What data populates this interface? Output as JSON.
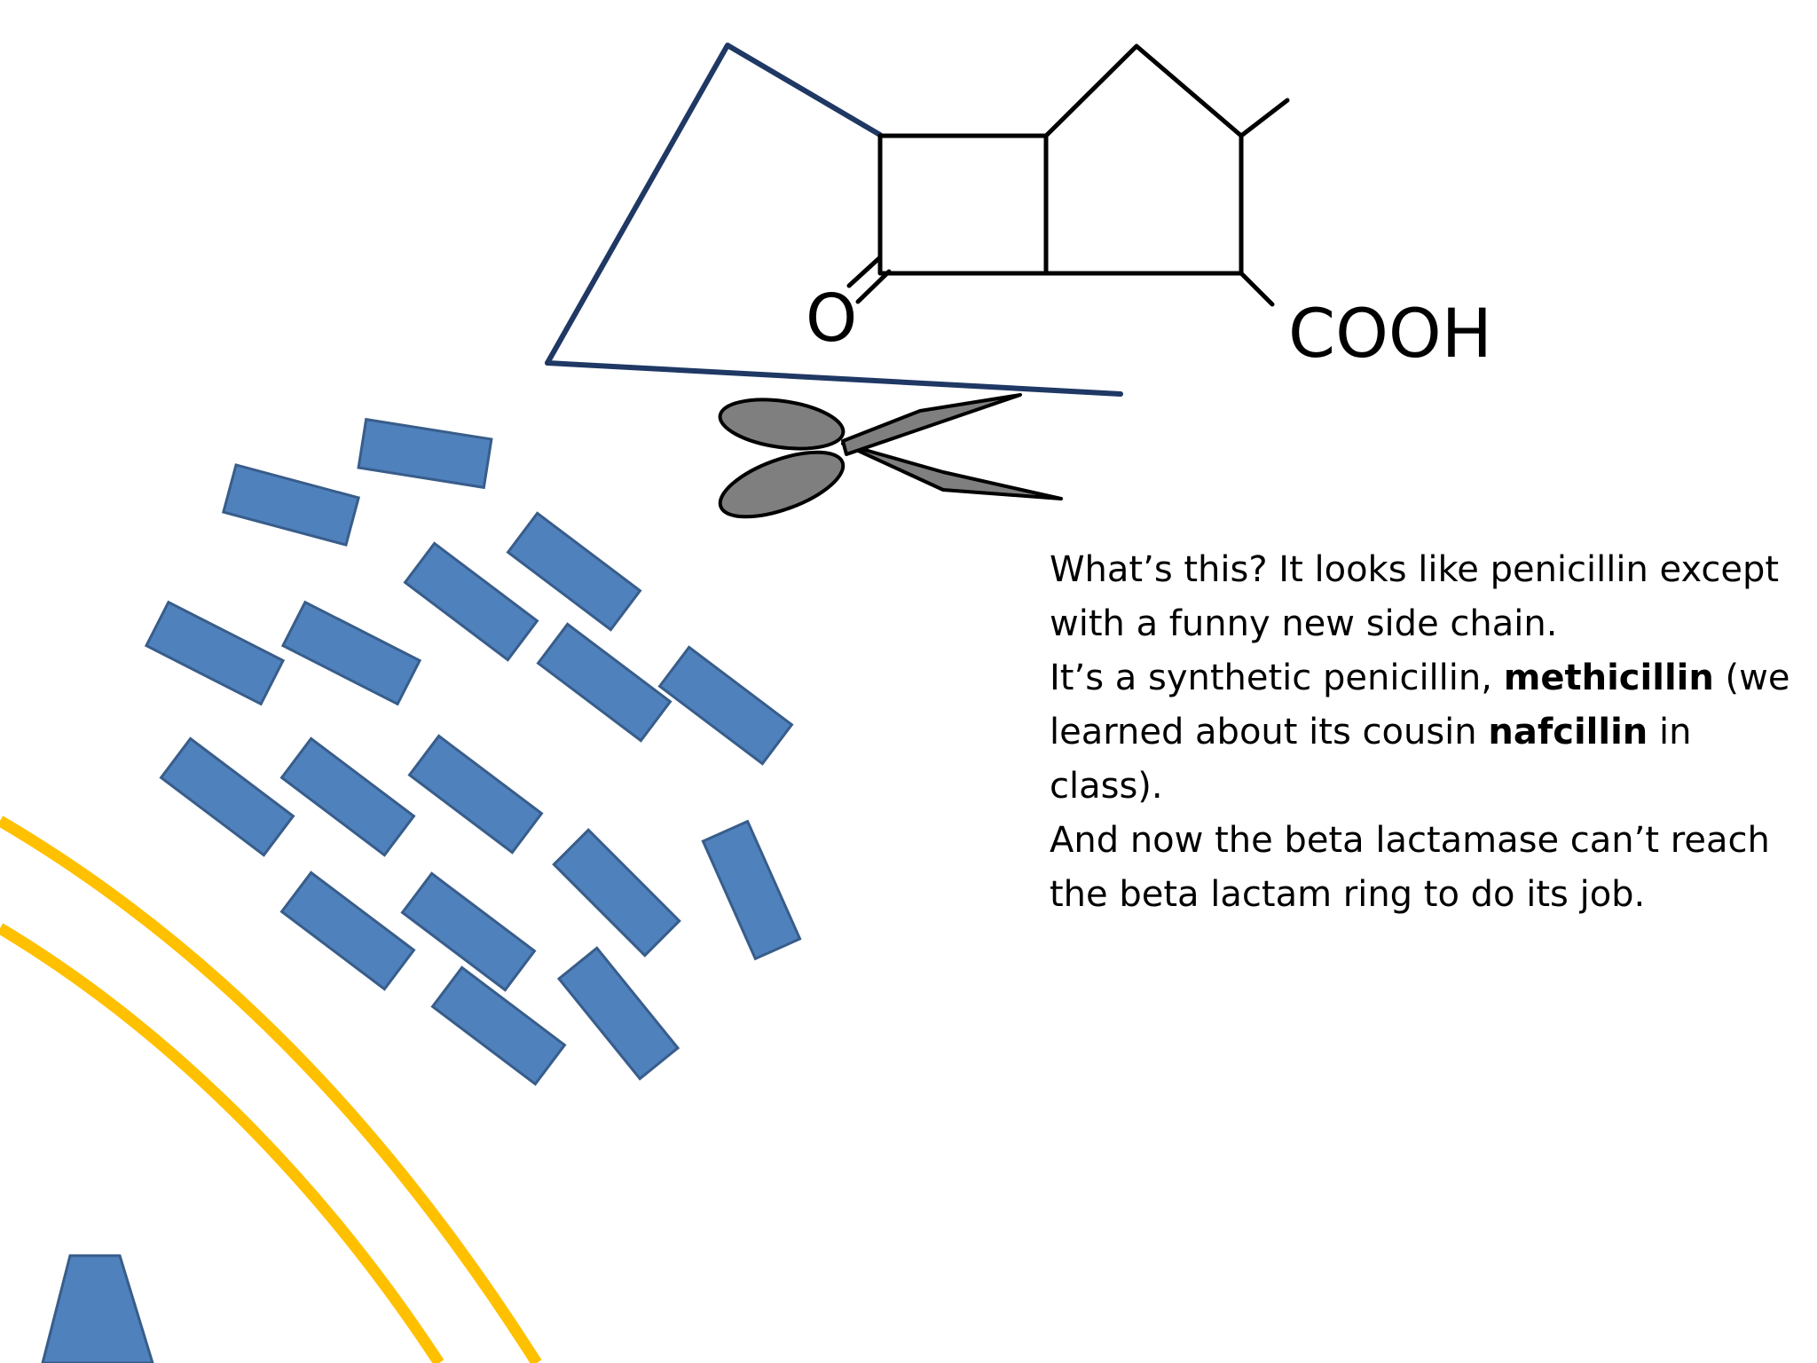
{
  "colors": {
    "molecule_stroke": "#000000",
    "side_chain_stroke": "#1f3864",
    "scissors_fill": "#7f7f7f",
    "scissors_stroke": "#000000",
    "enzyme_fill": "#4f81bd",
    "enzyme_stroke": "#385d8a",
    "membrane_stroke": "#ffc000",
    "text": "#000000"
  },
  "molecule": {
    "oxygen_label": "O",
    "carboxyl_label": "COOH"
  },
  "icons": {
    "cutting_tool": "scissors-icon",
    "enzymes": "beta-lactamase-icon",
    "membrane": "cell-membrane-icon",
    "protein": "membrane-protein-icon"
  },
  "text": {
    "para1": "What’s this? It looks like penicillin except with a funny new side chain.",
    "para2_before": "It’s a synthetic penicillin, ",
    "para2_bold1": "methicillin",
    "para2_mid": " (we learned about its cousin ",
    "para2_bold2": "nafcillin",
    "para2_after": " in class).",
    "para3": "And now the beta lactamase can’t reach the beta lactam ring to do its job."
  }
}
